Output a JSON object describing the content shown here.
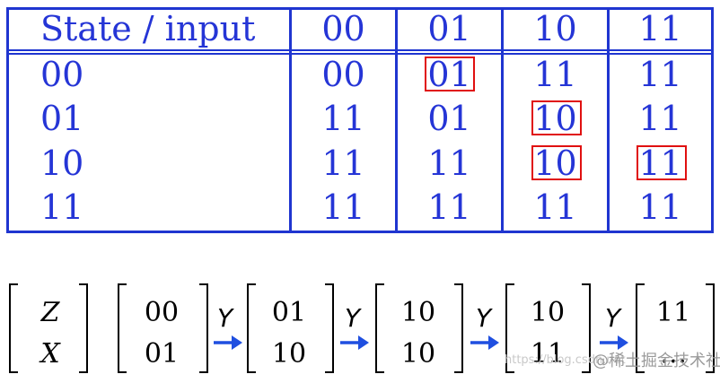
{
  "table": {
    "header": [
      "State / input",
      "00",
      "01",
      "10",
      "11"
    ],
    "rows": [
      {
        "state": "00",
        "cells": [
          "00",
          "01",
          "11",
          "11"
        ]
      },
      {
        "state": "01",
        "cells": [
          "11",
          "01",
          "10",
          "11"
        ]
      },
      {
        "state": "10",
        "cells": [
          "11",
          "11",
          "10",
          "11"
        ]
      },
      {
        "state": "11",
        "cells": [
          "11",
          "11",
          "11",
          "11"
        ]
      }
    ],
    "highlighted": [
      {
        "row": 0,
        "col": 1
      },
      {
        "row": 1,
        "col": 2
      },
      {
        "row": 2,
        "col": 2
      },
      {
        "row": 2,
        "col": 3
      }
    ],
    "colors": {
      "text": "#2535d6",
      "border": "#1f35d0",
      "highlight": "#e01010"
    }
  },
  "sequence": {
    "labels": [
      "Z",
      "X"
    ],
    "vectors": [
      [
        "00",
        "01"
      ],
      [
        "01",
        "10"
      ],
      [
        "10",
        "10"
      ],
      [
        "10",
        "11"
      ],
      [
        "11",
        "…"
      ]
    ],
    "transition_label": "Y",
    "arrow_color": "#1f4fe0"
  },
  "watermark": {
    "text": "https://blog.csdn.net",
    "brand": "@稀土掘金技术社区"
  }
}
